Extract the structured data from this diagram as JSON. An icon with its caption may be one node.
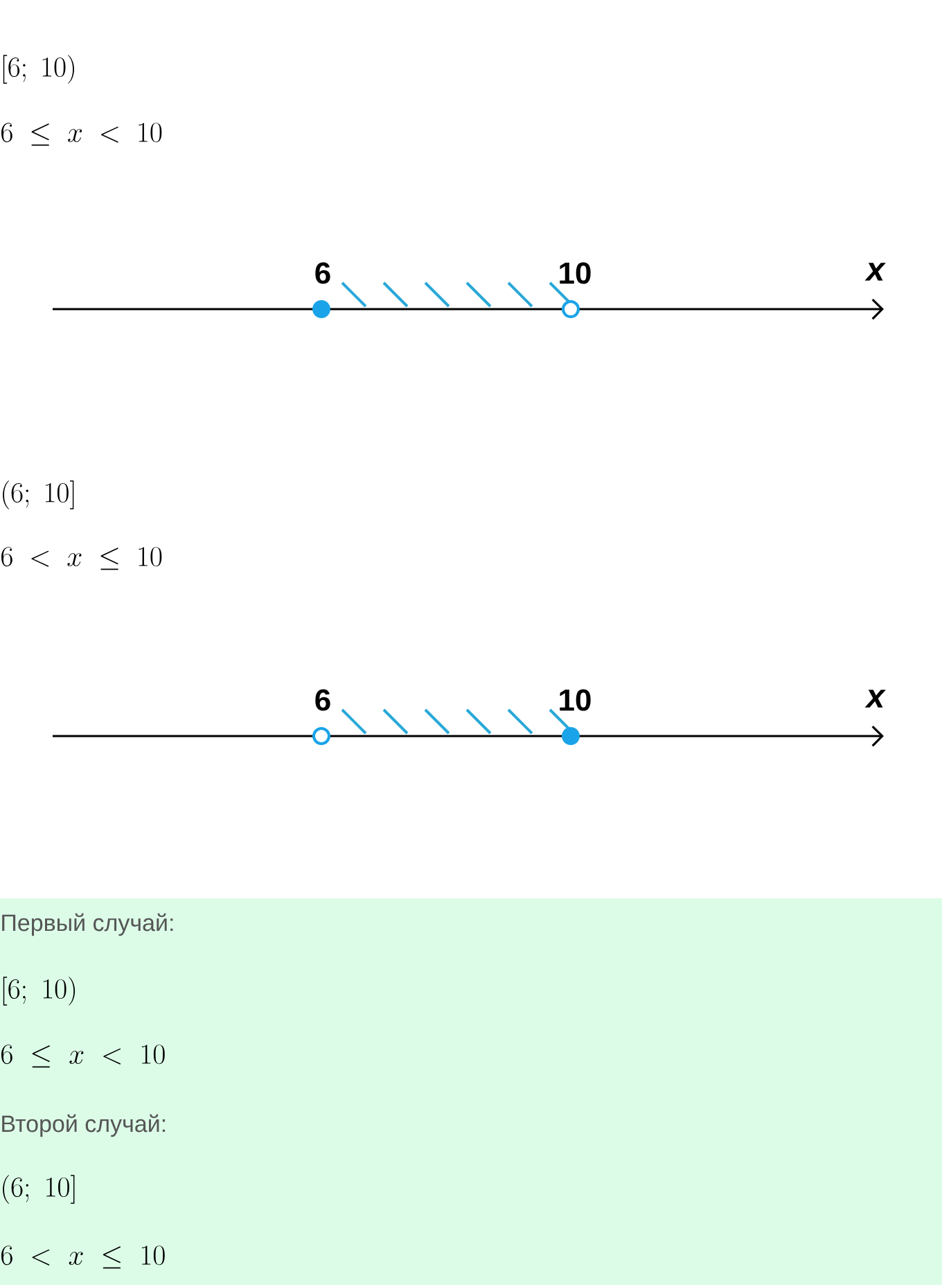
{
  "diagram": {
    "labels": [
      "[6;\\ 10)",
      "6\\ \\le\\ x\\ <\\ 10",
      "6",
      "10",
      "x",
      "(6;\\ 10]",
      "6\\ <\\ x\\ \\le\\ 10",
      "6",
      "10",
      "x",
      "Первый случай:",
      "[6;\\ 10)",
      "6\\ \\le\\ x\\ <\\ 10",
      "Второй случай:",
      "(6;\\ 10]",
      "6\\ <\\ x\\ \\le\\ 10"
    ]
  }
}
